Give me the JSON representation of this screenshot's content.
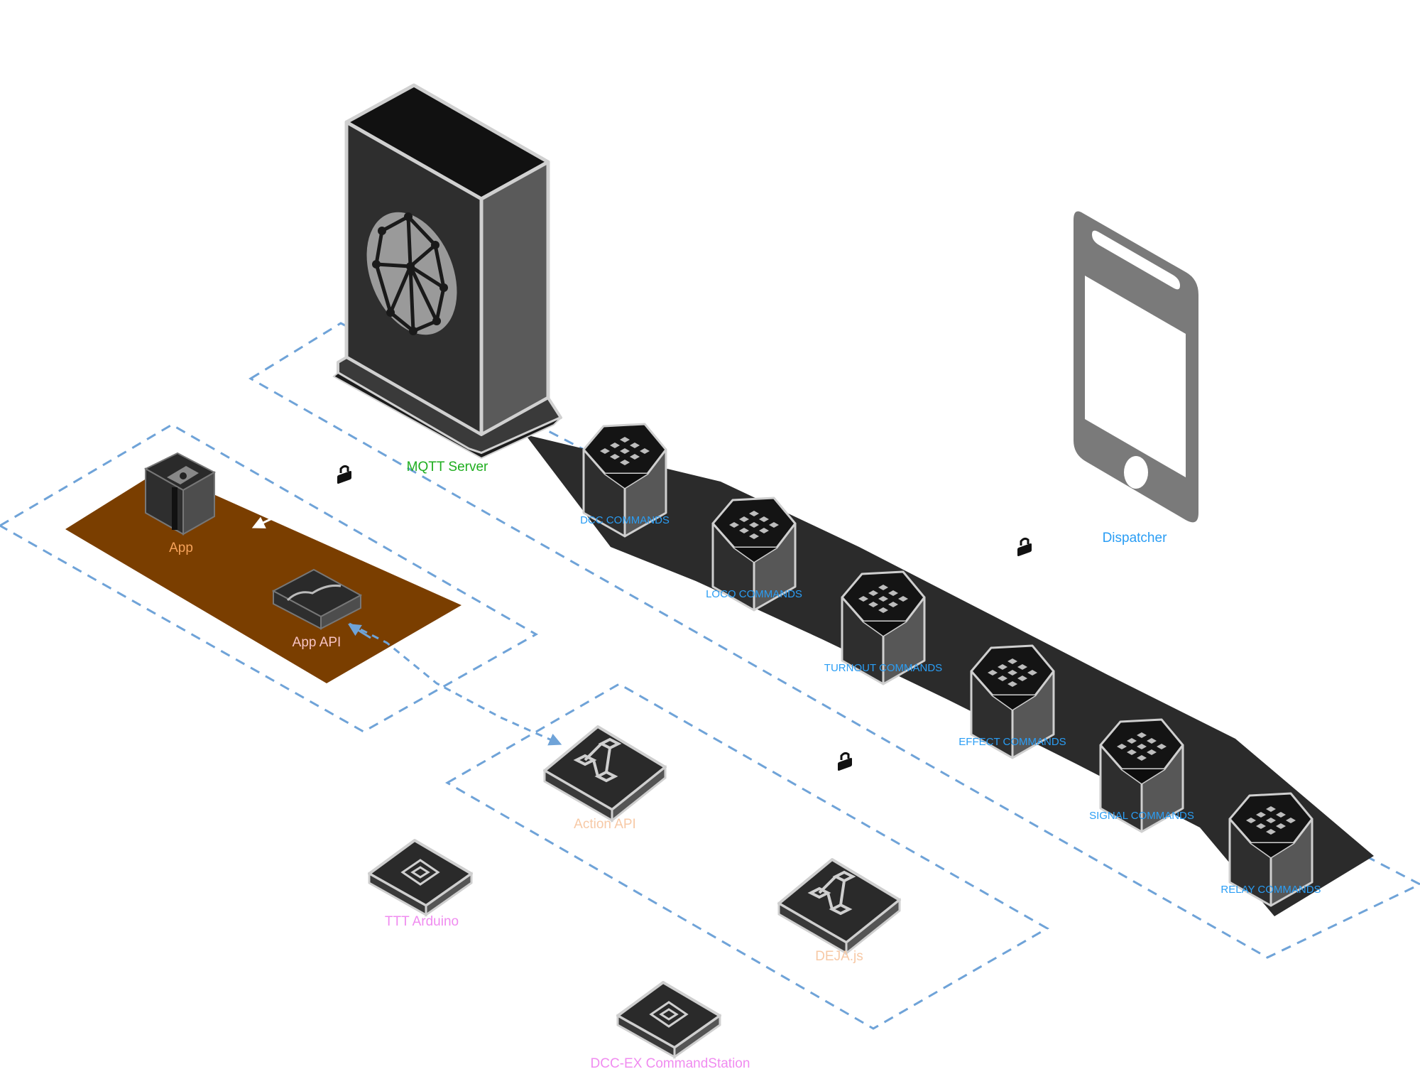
{
  "labels": {
    "mqtt_server": "MQTT Server",
    "dispatcher": "Dispatcher",
    "app": "App",
    "app_api": "App API",
    "action_api": "Action API",
    "deja_js": "DEJA.js",
    "ttt_arduino": "TTT Arduino",
    "dcc_ex": "DCC-EX CommandStation"
  },
  "topics": [
    {
      "label": "DCC COMMANDS"
    },
    {
      "label": "LOCO COMMANDS"
    },
    {
      "label": "TURNOUT COMMANDS"
    },
    {
      "label": "EFFECT COMMANDS"
    },
    {
      "label": "SIGNAL COMMANDS"
    },
    {
      "label": "RELAY COMMANDS"
    }
  ],
  "icons": {
    "server": "mqtt-server-icon",
    "phone": "smartphone-icon",
    "topic": "queue-icon",
    "lambda": "flow-icon",
    "chip": "chip-icon",
    "lock": "lock-icon"
  },
  "colors": {
    "mqtt_label": "#1fae1f",
    "topic_label": "#2a9df4",
    "dispatcher_label": "#2a9df4",
    "app_label": "#f5a25a",
    "app_api_label": "#f7c3c3",
    "action_label": "#f7c9a6",
    "deja_label": "#f7c9a6",
    "device_label": "#f08cf0",
    "group_border": "#6fa3d8",
    "app_area": "#7a3e00",
    "block_dark": "#2b2b2b"
  }
}
